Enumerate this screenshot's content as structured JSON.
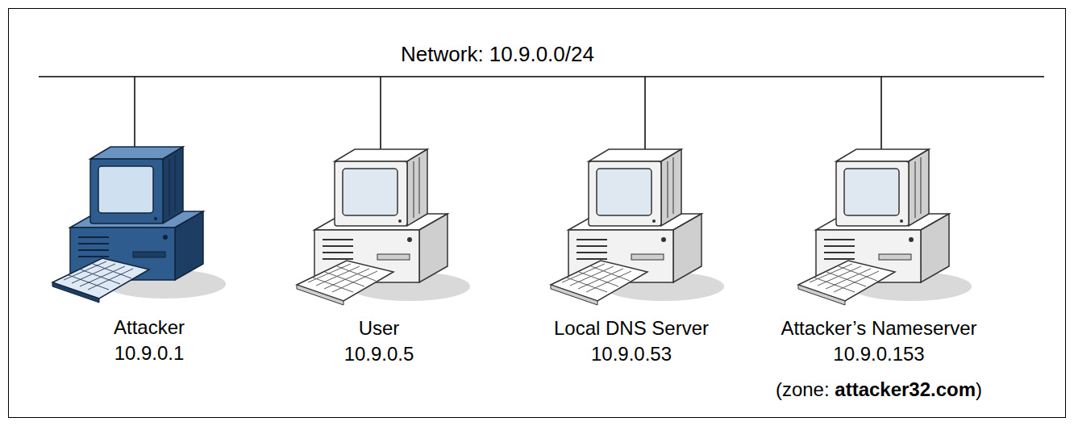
{
  "diagram": {
    "nodes": [
      {
        "text": [
          "Attacker",
          "10.9.0.1"
        ]
      },
      {
        "text": [
          "User",
          "10.9.0.5"
        ]
      },
      {
        "text": [
          "Local DNS Server",
          "10.9.0.53"
        ]
      },
      {
        "text": [
          "Attacker’s Nameserver",
          "10.9.0.153",
          "(zone: attacker32.com)"
        ]
      }
    ],
    "labels": [
      "Network: 10.9.0.0/24"
    ]
  }
}
